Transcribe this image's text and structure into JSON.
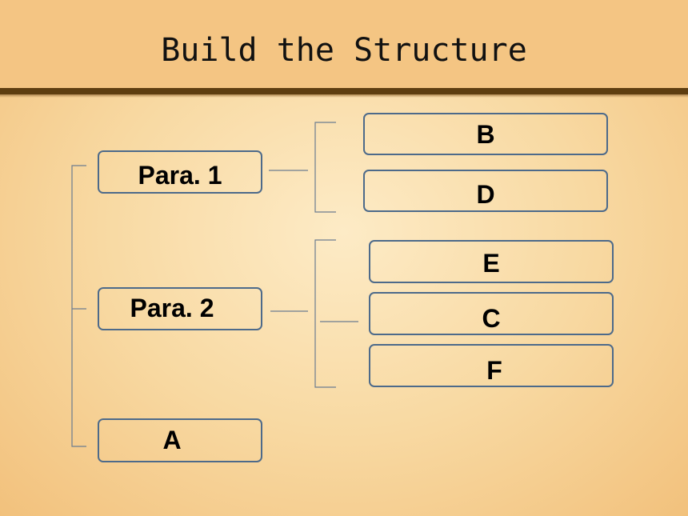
{
  "title": "Build the Structure",
  "paragraphs": {
    "para1": "Para. 1",
    "para2": "Para. 2",
    "last": "A"
  },
  "para1_items": [
    "B",
    "D"
  ],
  "para2_items": [
    "E",
    "C",
    "F"
  ],
  "colors": {
    "box_border": "#4d6a8a",
    "rule": "#5e3e10",
    "title_band": "#f4c583",
    "connector": "#6b7c90"
  }
}
